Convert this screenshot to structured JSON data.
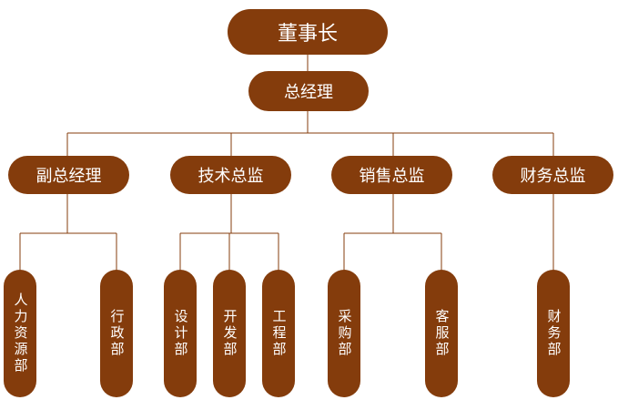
{
  "colors": {
    "node_fill": "#843c0c",
    "node_text": "#ffffff",
    "connector": "#843c0c"
  },
  "org": {
    "chairman": "董事长",
    "general_manager": "总经理",
    "directors": [
      {
        "title": "副总经理",
        "departments": [
          "人力资源部",
          "行政部"
        ]
      },
      {
        "title": "技术总监",
        "departments": [
          "设计部",
          "开发部",
          "工程部"
        ]
      },
      {
        "title": "销售总监",
        "departments": [
          "采购部",
          "客服部"
        ]
      },
      {
        "title": "财务总监",
        "departments": [
          "财务部"
        ]
      }
    ]
  }
}
